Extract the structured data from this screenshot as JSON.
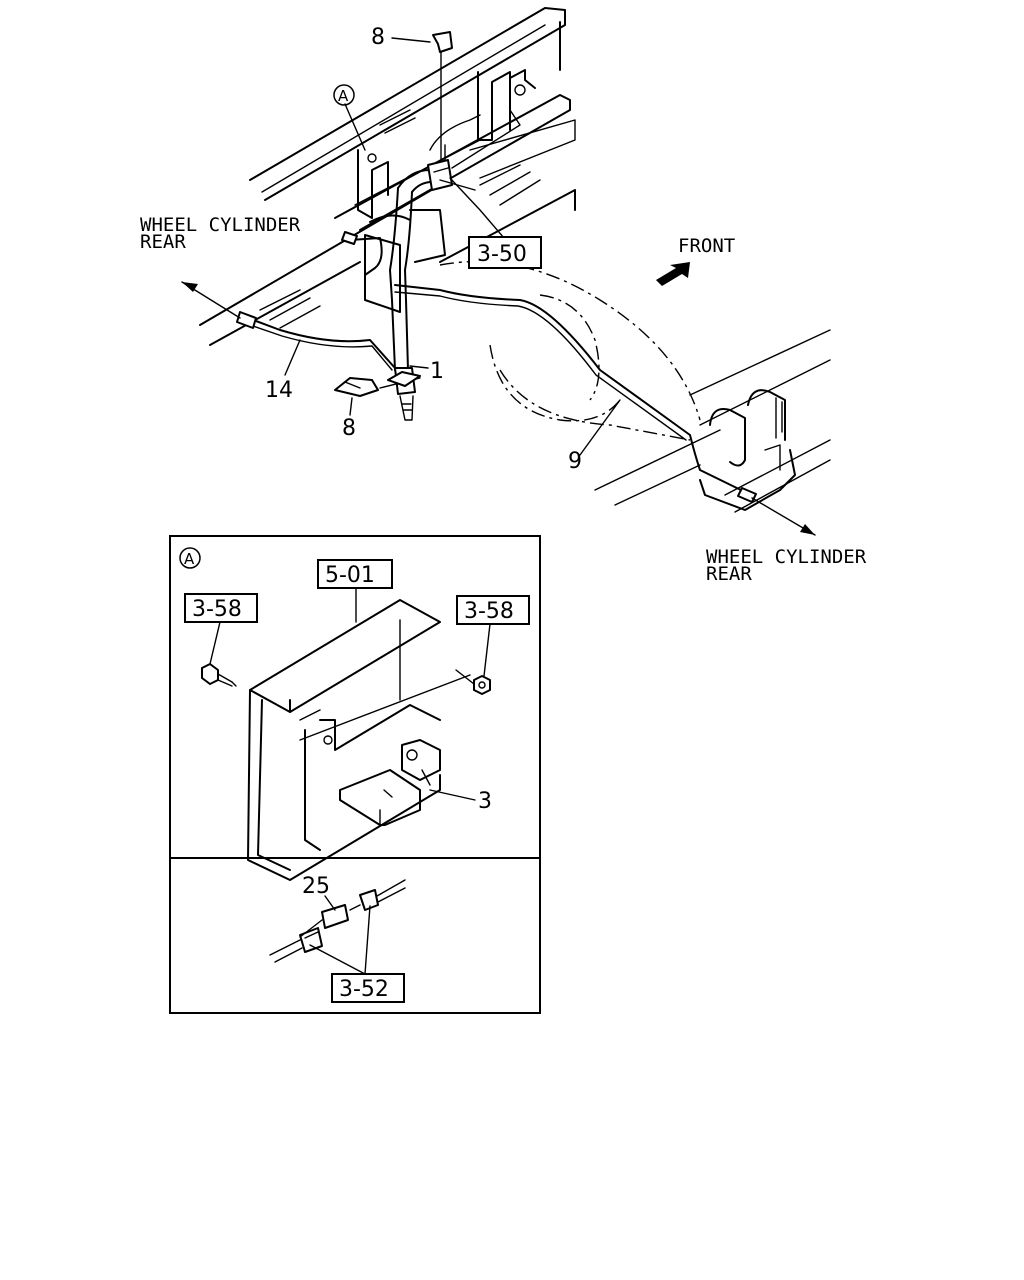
{
  "callouts": {
    "part_8_top": "8",
    "part_8_bottom": "8",
    "part_1": "1",
    "part_14": "14",
    "part_9": "9",
    "part_3": "3",
    "part_25": "25",
    "detail_a": "A",
    "detail_a_panel": "A"
  },
  "ref_boxes": {
    "ref_3_50": "3-50",
    "ref_5_01": "5-01",
    "ref_3_58_left": "3-58",
    "ref_3_58_right": "3-58",
    "ref_3_52": "3-52"
  },
  "labels": {
    "wheel_left_line1": "WHEEL CYLINDER",
    "wheel_left_line2": "REAR",
    "wheel_right_line1": "WHEEL CYLINDER",
    "wheel_right_line2": "REAR",
    "front": "FRONT"
  },
  "icons": {
    "front_arrow": "front-direction-arrow-icon",
    "detail_marker": "circled-letter-icon"
  }
}
